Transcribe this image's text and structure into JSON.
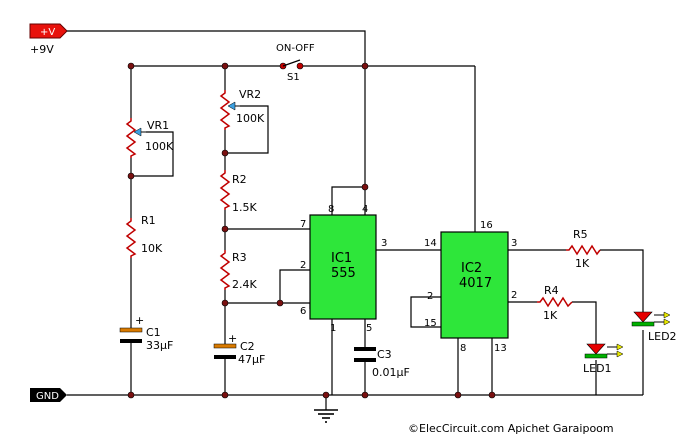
{
  "power": {
    "vplus_tag": "+V",
    "vplus_label": "+9V",
    "gnd_tag": "GND"
  },
  "switch": {
    "state_label": "ON-OFF",
    "ref": "S1"
  },
  "ic1": {
    "name": "IC1",
    "part": "555",
    "pins": [
      "8",
      "4",
      "7",
      "2",
      "6",
      "1",
      "5",
      "3"
    ]
  },
  "ic2": {
    "name": "IC2",
    "part": "4017",
    "pins": [
      "16",
      "14",
      "3",
      "2",
      "15",
      "8",
      "13",
      "2"
    ]
  },
  "vr1": {
    "ref": "VR1",
    "value": "100K"
  },
  "vr2": {
    "ref": "VR2",
    "value": "100K"
  },
  "r1": {
    "ref": "R1",
    "value": "10K"
  },
  "r2": {
    "ref": "R2",
    "value": "1.5K"
  },
  "r3": {
    "ref": "R3",
    "value": "2.4K"
  },
  "r4": {
    "ref": "R4",
    "value": "1K"
  },
  "r5": {
    "ref": "R5",
    "value": "1K"
  },
  "c1": {
    "ref": "C1",
    "value": "33μF",
    "polarity": "+"
  },
  "c2": {
    "ref": "C2",
    "value": "47μF",
    "polarity": "+"
  },
  "c3": {
    "ref": "C3",
    "value": "0.01μF"
  },
  "led1": {
    "ref": "LED1"
  },
  "led2": {
    "ref": "LED2"
  },
  "credit": "©ElecCircuit.com Apichet Garaipoom",
  "colors": {
    "ic_fill": "#2ee63a",
    "resistor": "#c00000",
    "capacitor_plate": "#d97a00",
    "led_body": "#e60000",
    "led_bar": "#00b000",
    "arrow": "#e8e800",
    "power_tag": "#e8120c"
  }
}
